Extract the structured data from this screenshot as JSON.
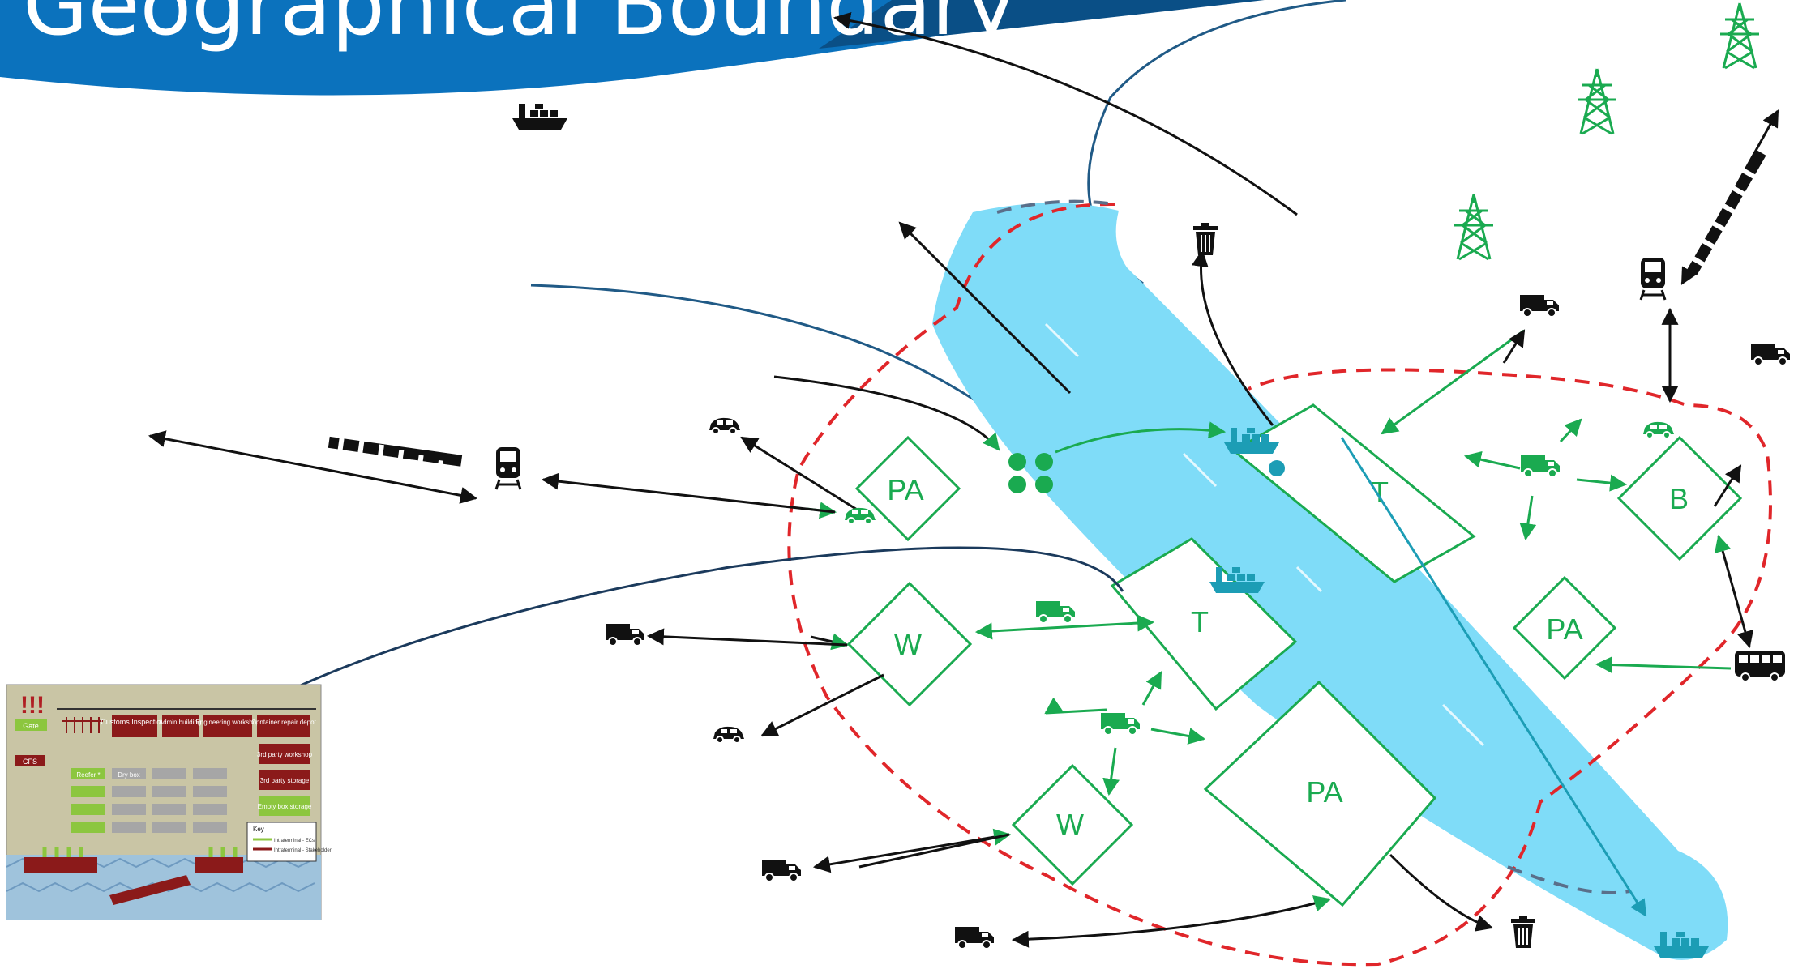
{
  "slide": {
    "title": "Geographical Boundary",
    "colors": {
      "banner": "#0b72bd",
      "banner_dark": "#0a4f86",
      "water": "#7fdcf8",
      "boundary": "#e0262a",
      "green": "#1aaa50",
      "black": "#111111",
      "river_line": "#205a86"
    }
  },
  "zones": [
    {
      "id": "pa-left",
      "label": "PA"
    },
    {
      "id": "t-upper",
      "label": "T"
    },
    {
      "id": "b-right",
      "label": "B"
    },
    {
      "id": "t-middle",
      "label": "T"
    },
    {
      "id": "pa-right",
      "label": "PA"
    },
    {
      "id": "w-left",
      "label": "W"
    },
    {
      "id": "pa-bottom",
      "label": "PA"
    },
    {
      "id": "w-bottom",
      "label": "W"
    }
  ],
  "icons": [
    "ship-icon",
    "truck-icon",
    "car-icon",
    "train-icon",
    "railway-track-icon",
    "bus-icon",
    "trash-bin-icon",
    "pylon-icon",
    "container-stack-icon"
  ],
  "inset": {
    "warning": "!!!",
    "gate": "Gate",
    "cfs": "CFS",
    "buildings": [
      "Customs Inspections",
      "Admin building",
      "Engineering workshop",
      "Container repair depot"
    ],
    "side_blocks": [
      "3rd party workshop",
      "3rd party storage",
      "Empty box storage"
    ],
    "reefer": "Reefer *",
    "dry_box": "Dry box",
    "legend_title": "Key",
    "legend_items": [
      "Intraterminal - ECs",
      "Intraterminal - Stakeholder"
    ]
  }
}
